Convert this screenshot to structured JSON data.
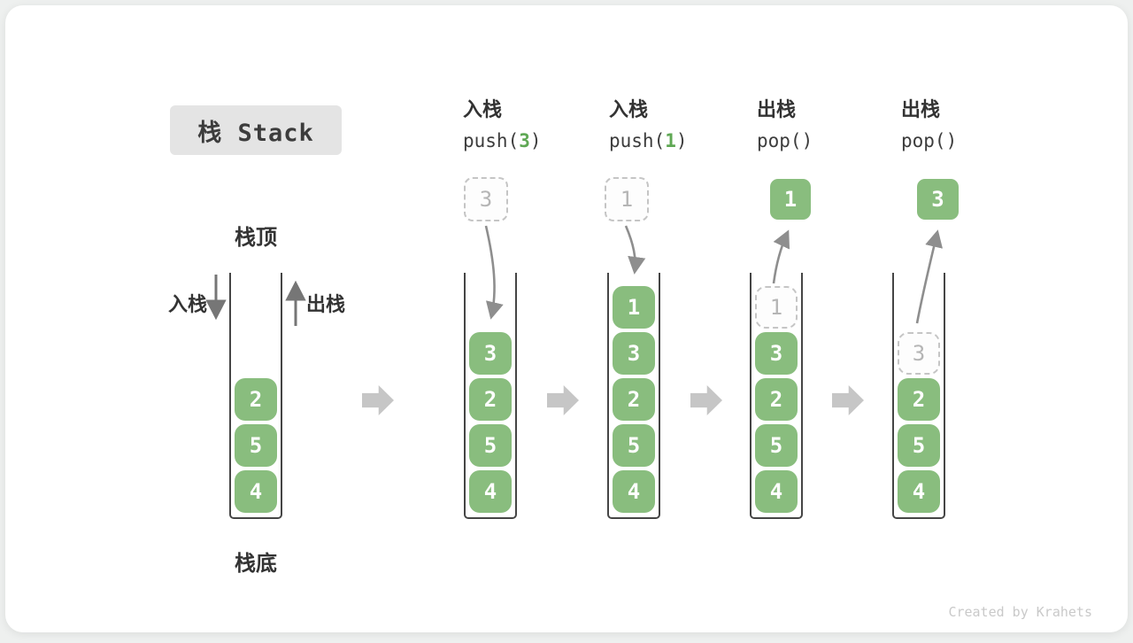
{
  "title": "栈 Stack",
  "watermark": "Created by Krahets",
  "annotations": {
    "stack_top": "栈顶",
    "stack_bottom": "栈底",
    "push_label": "入栈",
    "pop_label": "出栈"
  },
  "colors": {
    "box_green": "#89BD7E",
    "accent_green": "#5FA854",
    "thin_arrow_gray": "#8E8E8E",
    "block_arrow_gray": "#C6C6C6"
  },
  "columns": [
    {
      "name": "initial-stack",
      "cells": [
        {
          "value": "2"
        },
        {
          "value": "5"
        },
        {
          "value": "4"
        }
      ]
    },
    {
      "name": "after-push-3",
      "op": {
        "action": "入栈",
        "code_pre": "push(",
        "code_arg": "3",
        "code_post": ")"
      },
      "moving_value": "3",
      "cells": [
        {
          "value": "3"
        },
        {
          "value": "2"
        },
        {
          "value": "5"
        },
        {
          "value": "4"
        }
      ]
    },
    {
      "name": "after-push-1",
      "op": {
        "action": "入栈",
        "code_pre": "push(",
        "code_arg": "1",
        "code_post": ")"
      },
      "moving_value": "1",
      "cells": [
        {
          "value": "1"
        },
        {
          "value": "3"
        },
        {
          "value": "2"
        },
        {
          "value": "5"
        },
        {
          "value": "4"
        }
      ]
    },
    {
      "name": "after-pop-1",
      "op": {
        "action": "出栈",
        "code_pre": "pop()",
        "code_arg": "",
        "code_post": ""
      },
      "moving_value": "1",
      "cells": [
        {
          "value": "1",
          "ghost": true
        },
        {
          "value": "3"
        },
        {
          "value": "2"
        },
        {
          "value": "5"
        },
        {
          "value": "4"
        }
      ]
    },
    {
      "name": "after-pop-3",
      "op": {
        "action": "出栈",
        "code_pre": "pop()",
        "code_arg": "",
        "code_post": ""
      },
      "moving_value": "3",
      "cells": [
        {
          "value": "3",
          "ghost": true
        },
        {
          "value": "2"
        },
        {
          "value": "5"
        },
        {
          "value": "4"
        }
      ]
    }
  ]
}
